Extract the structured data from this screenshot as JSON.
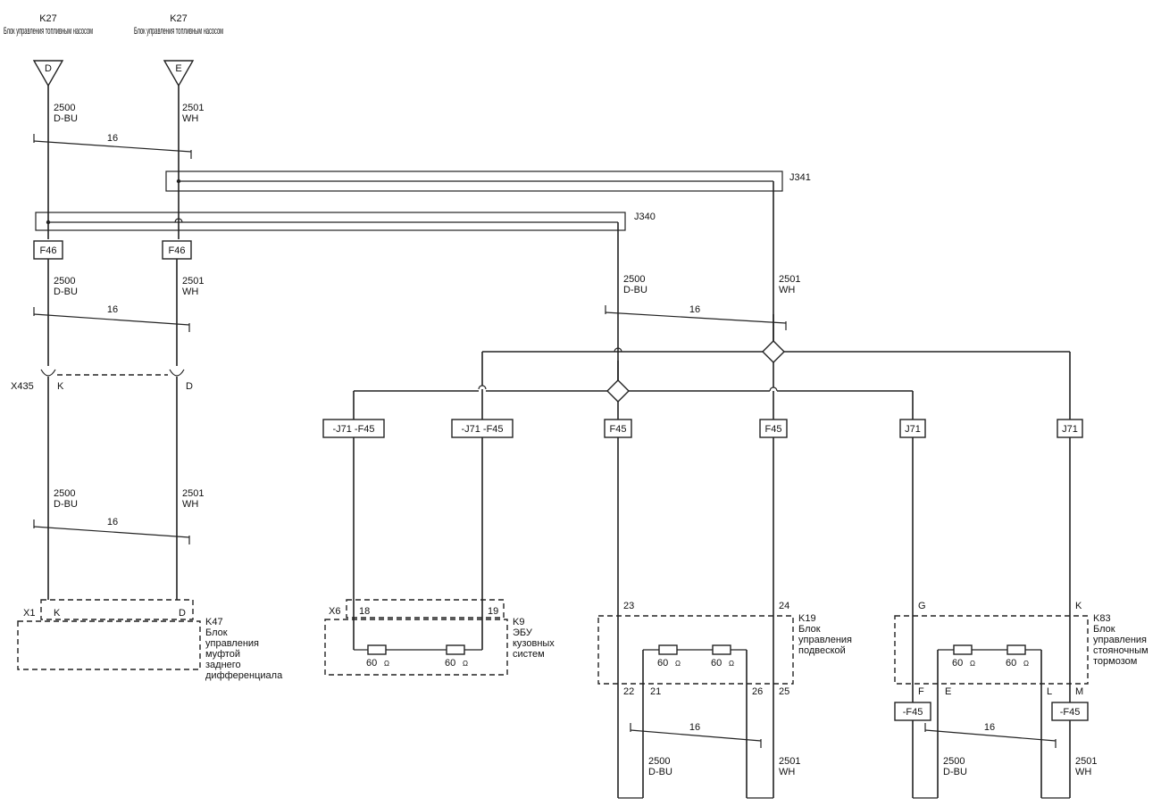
{
  "connectors_top": [
    {
      "ref": "K27",
      "name": "Блок управления топливным насосом",
      "pin": "D"
    },
    {
      "ref": "K27",
      "name": "Блок управления топливным насосом",
      "pin": "E"
    }
  ],
  "wires": {
    "du_num": "2500",
    "du_color": "D-BU",
    "wh_num": "2501",
    "wh_color": "WH",
    "twist": "16"
  },
  "splices": {
    "j341": "J341",
    "j340": "J340"
  },
  "fuse_labels": {
    "f46": "F46",
    "f45": "F45",
    "j71": "J71",
    "j71f45": "-J71 -F45",
    "mf45": "-F45"
  },
  "inline_connector": {
    "ref": "X435",
    "pin_k": "K",
    "pin_d": "D"
  },
  "k47": {
    "connector": "X1",
    "pin_k": "K",
    "pin_d": "D",
    "ref": "K47",
    "name": [
      "Блок",
      "управления",
      "муфтой",
      "заднего",
      "дифференциала"
    ]
  },
  "k9": {
    "connector": "X6",
    "pin_a": "18",
    "pin_b": "19",
    "ref": "K9",
    "name": [
      "ЭБУ",
      "кузовных",
      "систем"
    ]
  },
  "k19": {
    "pin_a": "23",
    "pin_b": "24",
    "pin_c": "22",
    "pin_d": "21",
    "pin_e": "26",
    "pin_f": "25",
    "ref": "K19",
    "name": [
      "Блок",
      "управления",
      "подвеской"
    ]
  },
  "k83": {
    "pin_a": "G",
    "pin_b": "K",
    "pin_c": "F",
    "pin_d": "E",
    "pin_e": "L",
    "pin_f": "M",
    "ref": "K83",
    "name": [
      "Блок",
      "управления",
      "стояночным",
      "тормозом"
    ]
  },
  "resistor": {
    "value": "60",
    "unit": "Ω"
  }
}
